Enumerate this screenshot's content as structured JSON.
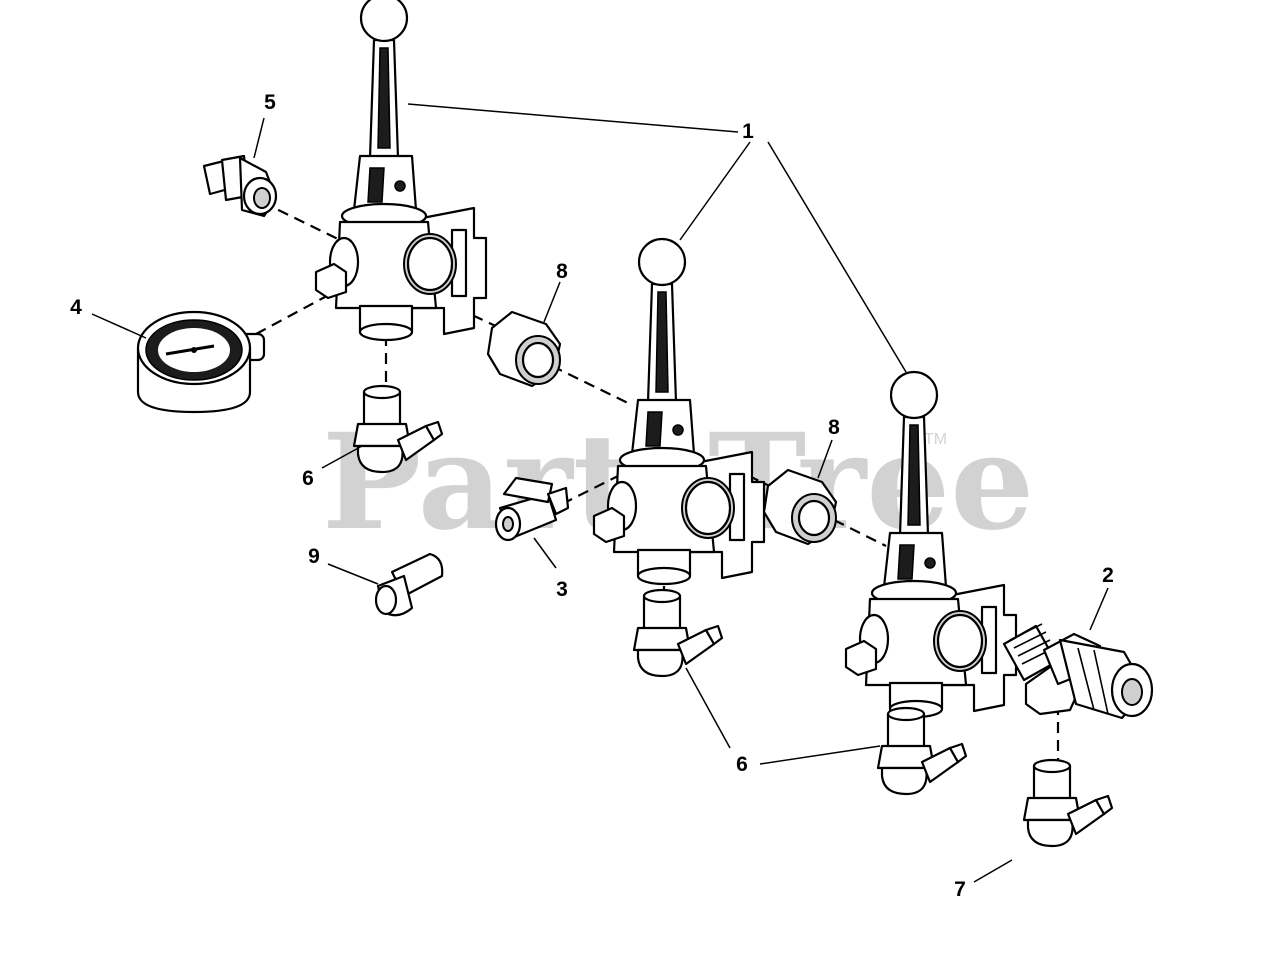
{
  "watermark": {
    "brand": "PartsTree",
    "trademark": "TM"
  },
  "callouts": [
    {
      "id": "c1",
      "label": "1"
    },
    {
      "id": "c2",
      "label": "2"
    },
    {
      "id": "c3",
      "label": "3"
    },
    {
      "id": "c4",
      "label": "4"
    },
    {
      "id": "c5",
      "label": "5"
    },
    {
      "id": "c6a",
      "label": "6"
    },
    {
      "id": "c6b",
      "label": "6"
    },
    {
      "id": "c7",
      "label": "7"
    },
    {
      "id": "c8a",
      "label": "8"
    },
    {
      "id": "c8b",
      "label": "8"
    },
    {
      "id": "c9",
      "label": "9"
    }
  ],
  "colors": {
    "line": "#000000",
    "watermark": "#d2d2d2",
    "background": "#ffffff"
  }
}
